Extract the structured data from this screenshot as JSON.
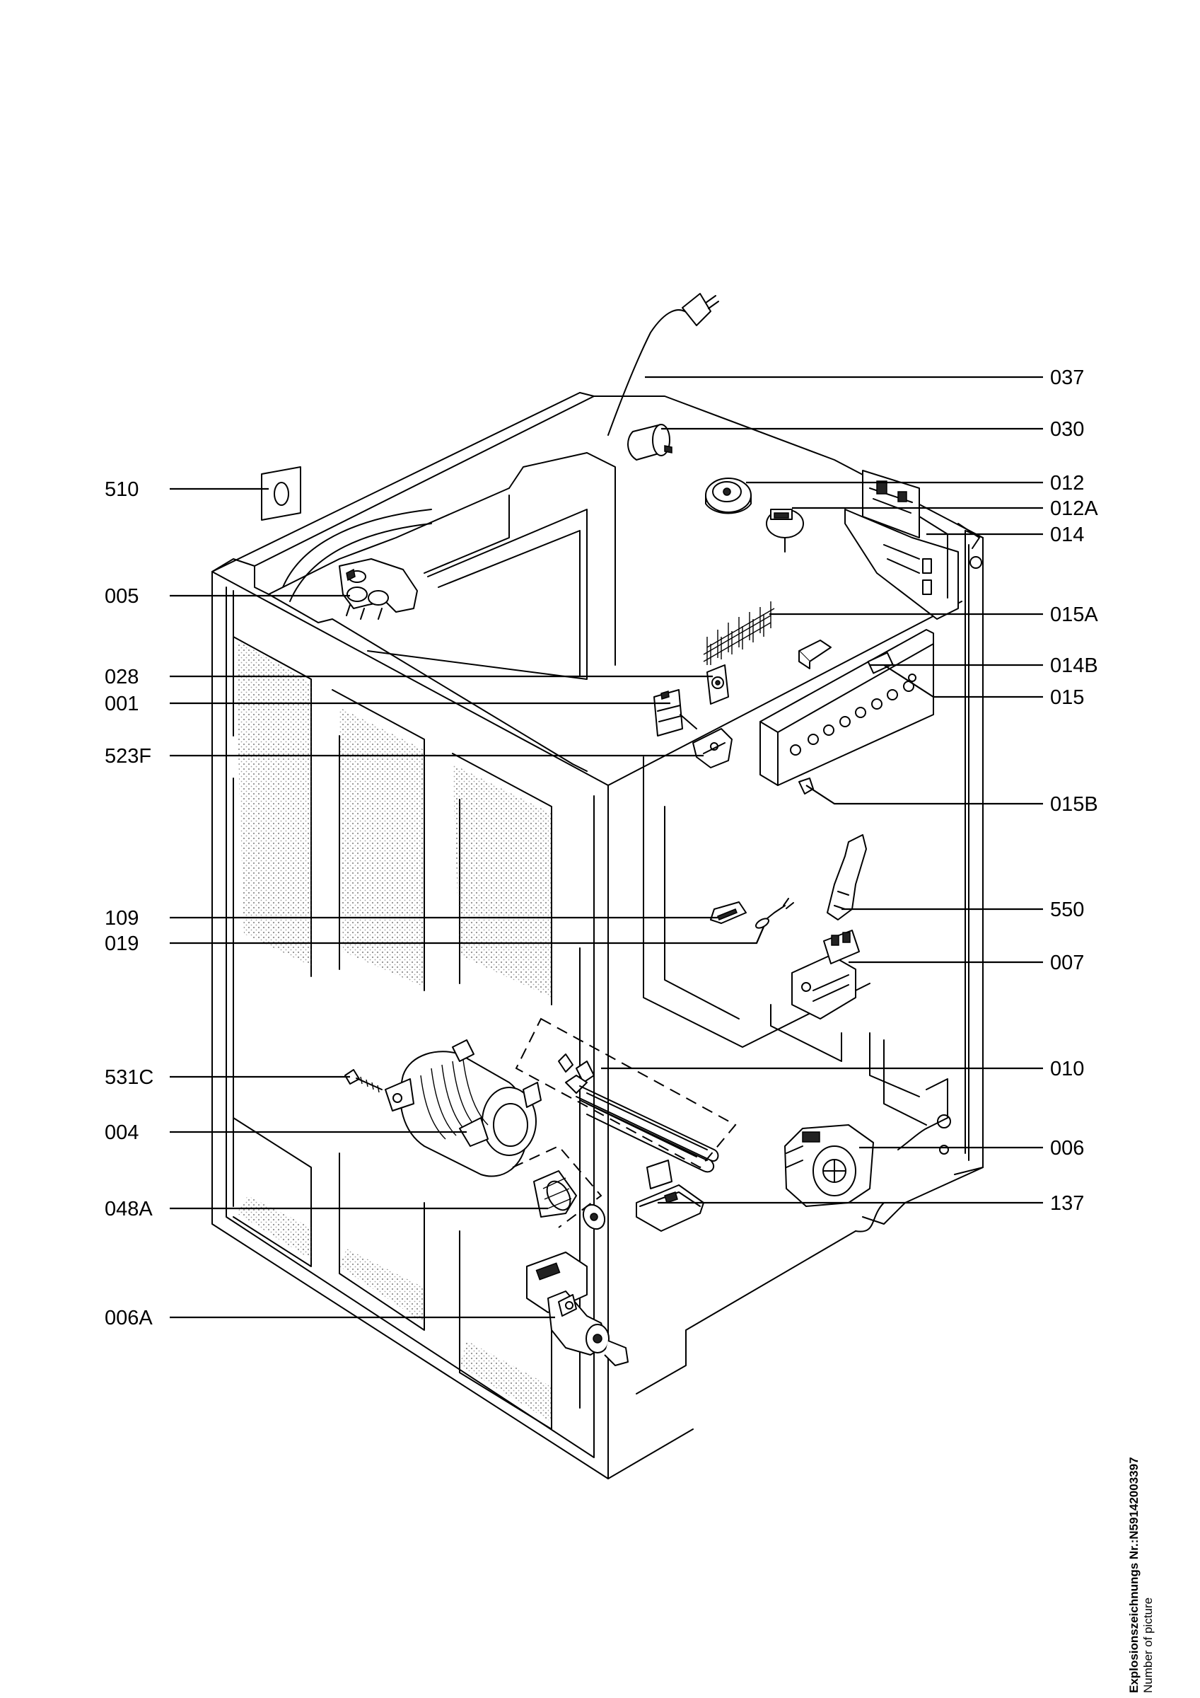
{
  "labels": {
    "l037": "037",
    "l030": "030",
    "l510": "510",
    "l012": "012",
    "l012A": "012A",
    "l014": "014",
    "l005": "005",
    "l015A": "015A",
    "l028": "028",
    "l014B": "014B",
    "l001": "001",
    "l015": "015",
    "l523F": "523F",
    "l015B": "015B",
    "l550": "550",
    "l109": "109",
    "l019": "019",
    "l007": "007",
    "l010": "010",
    "l531C": "531C",
    "l004": "004",
    "l006": "006",
    "l048A": "048A",
    "l137": "137",
    "l006A": "006A"
  },
  "caption": {
    "title": "Explosionszeichnungs Nr.:N59142003397",
    "subtitle": "Number of picture"
  }
}
